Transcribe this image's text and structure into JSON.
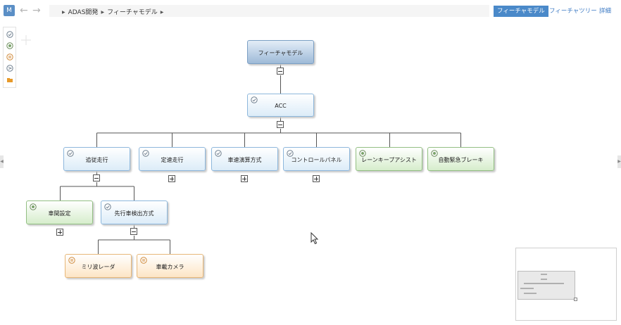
{
  "topbar": {
    "user_initial": "M",
    "back_icon": "arrow-left-icon",
    "forward_icon": "arrow-right-icon",
    "breadcrumbs": [
      "ADAS開発",
      "フィーチャモデル"
    ],
    "tabs": [
      {
        "label": "フィーチャモデル",
        "active": true
      },
      {
        "label": "フィーチャツリー",
        "active": false
      },
      {
        "label": "詳細",
        "active": false
      }
    ]
  },
  "toolbox": {
    "tools": [
      "mandatory-check-icon",
      "optional-circle-icon",
      "alternative-icon",
      "or-icon",
      "folder-icon"
    ]
  },
  "tree": {
    "root": {
      "label": "フィーチャモデル"
    },
    "acc": {
      "label": "ACC"
    },
    "level2": [
      {
        "label": "追従走行"
      },
      {
        "label": "定速走行"
      },
      {
        "label": "車速演算方式"
      },
      {
        "label": "コントロールパネル"
      },
      {
        "label": "レーンキープアシスト"
      },
      {
        "label": "自動緊急ブレーキ"
      }
    ],
    "level3": [
      {
        "label": "車間設定"
      },
      {
        "label": "先行車検出方式"
      }
    ],
    "level4": [
      {
        "label": "ミリ波レーダ"
      },
      {
        "label": "車載カメラ"
      }
    ]
  },
  "colors": {
    "accent": "#4a89c9",
    "mandatory_border": "#8db7dc",
    "optional_border": "#93bf83",
    "alternative_border": "#e7b778"
  }
}
